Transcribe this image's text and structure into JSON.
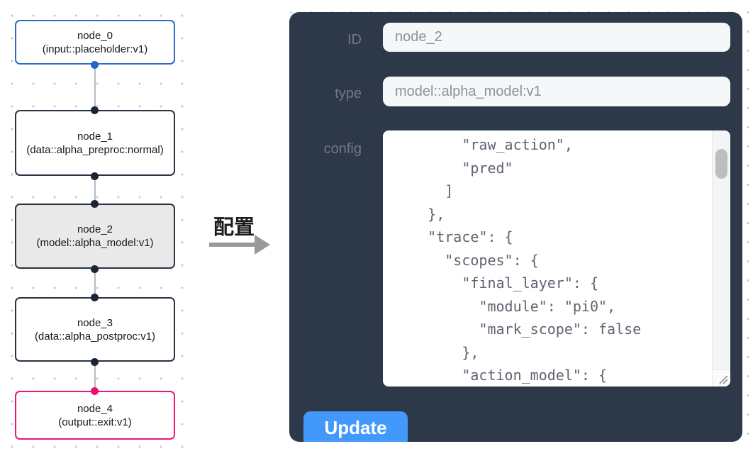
{
  "flow": {
    "selected_node": "node_2",
    "nodes": [
      {
        "title": "node_0",
        "subtitle": "(input::placeholder:v1)",
        "kind": "input",
        "selected": false
      },
      {
        "title": "node_1",
        "subtitle": "(data::alpha_preproc:normal)",
        "kind": "data",
        "selected": false
      },
      {
        "title": "node_2",
        "subtitle": "(model::alpha_model:v1)",
        "kind": "model",
        "selected": true
      },
      {
        "title": "node_3",
        "subtitle": "(data::alpha_postproc:v1)",
        "kind": "data",
        "selected": false
      },
      {
        "title": "node_4",
        "subtitle": "(output::exit:v1)",
        "kind": "output",
        "selected": false
      }
    ],
    "colors": {
      "input_border": "#2f6bc4",
      "default_border": "#2a3342",
      "output_border": "#ea1777",
      "selected_bg": "#e9e9e9",
      "edge": "#b7bbc1",
      "port_blue": "#2563cf",
      "port_dark": "#1b2533",
      "port_pink": "#ec1075"
    }
  },
  "transfer": {
    "label": "配置"
  },
  "panel": {
    "bg_color": "#2d3848",
    "fields": {
      "id": {
        "label": "ID",
        "value": "node_2"
      },
      "type": {
        "label": "type",
        "value": "model::alpha_model:v1"
      },
      "config": {
        "label": "config",
        "value": "        \"raw_action\",\n        \"pred\"\n      ]\n    },\n    \"trace\": {\n      \"scopes\": {\n        \"final_layer\": {\n          \"module\": \"pi0\",\n          \"mark_scope\": false\n        },\n        \"action_model\": {"
      }
    },
    "update_button": {
      "label": "Update",
      "color": "#4299fb"
    }
  }
}
